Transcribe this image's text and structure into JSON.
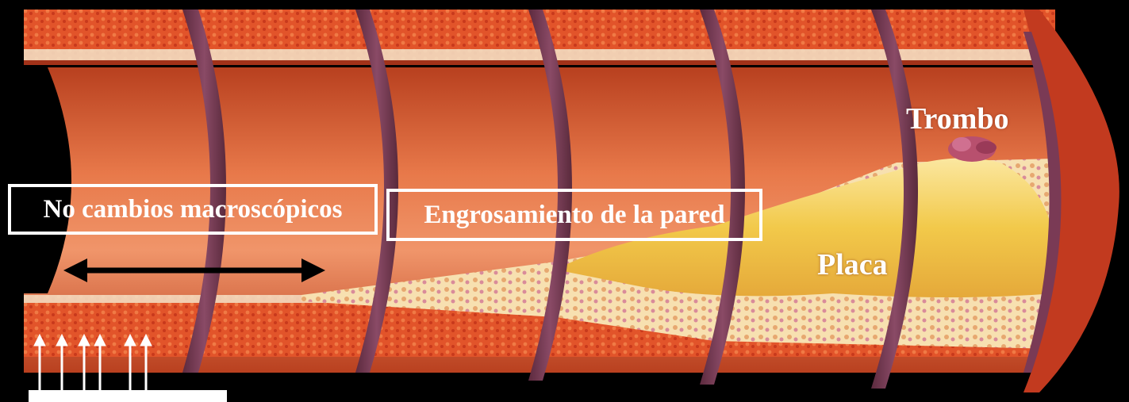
{
  "labels": {
    "no_changes": "No cambios macroscópicos",
    "wall_thickening": "Engrosamiento de la pared",
    "thrombus": "Trombo",
    "plaque": "Placa"
  },
  "colors": {
    "background": "#000000",
    "vessel_wall": "#c8361c",
    "lumen": "#e06a3a",
    "plaque": "#f2cf5a",
    "cut_face": "#7a3a55",
    "label": "#ffffff"
  },
  "illustration": {
    "segments": 6,
    "arrows_up": 6,
    "double_arrow": "black"
  }
}
